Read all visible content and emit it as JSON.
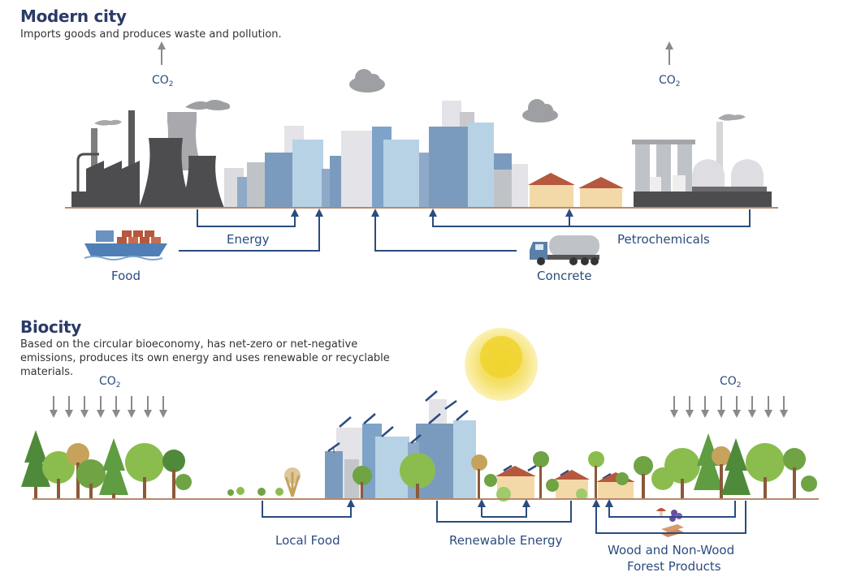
{
  "modern_city": {
    "title": "Modern city",
    "subtitle": "Imports goods and produces waste and pollution.",
    "co2_label": "CO",
    "co2_subscript": "2",
    "flows": {
      "energy": "Energy",
      "food": "Food",
      "concrete": "Concrete",
      "petrochemicals": "Petrochemicals"
    }
  },
  "biocity": {
    "title": "Biocity",
    "subtitle_lines": [
      "Based on the circular bioeconomy, has net-zero or net-negative",
      "emissions, produces its own energy and uses renewable or recyclable",
      "materials."
    ],
    "co2_label": "CO",
    "co2_subscript": "2",
    "flows": {
      "local_food": "Local Food",
      "renewable_energy": "Renewable Energy",
      "forest_products_line1": "Wood and Non-Wood",
      "forest_products_line2": "Forest Products"
    }
  },
  "colors": {
    "title": "#2b3a67",
    "flow_line": "#2b4c7e",
    "ground": "#b8896a",
    "factory": "#4d4d4f",
    "building_blue": "#7c9cc0",
    "building_light": "#b9d3e6",
    "building_grey": "#c9c9cc",
    "tree_green": "#6fa344",
    "sun": "#f0d848"
  }
}
